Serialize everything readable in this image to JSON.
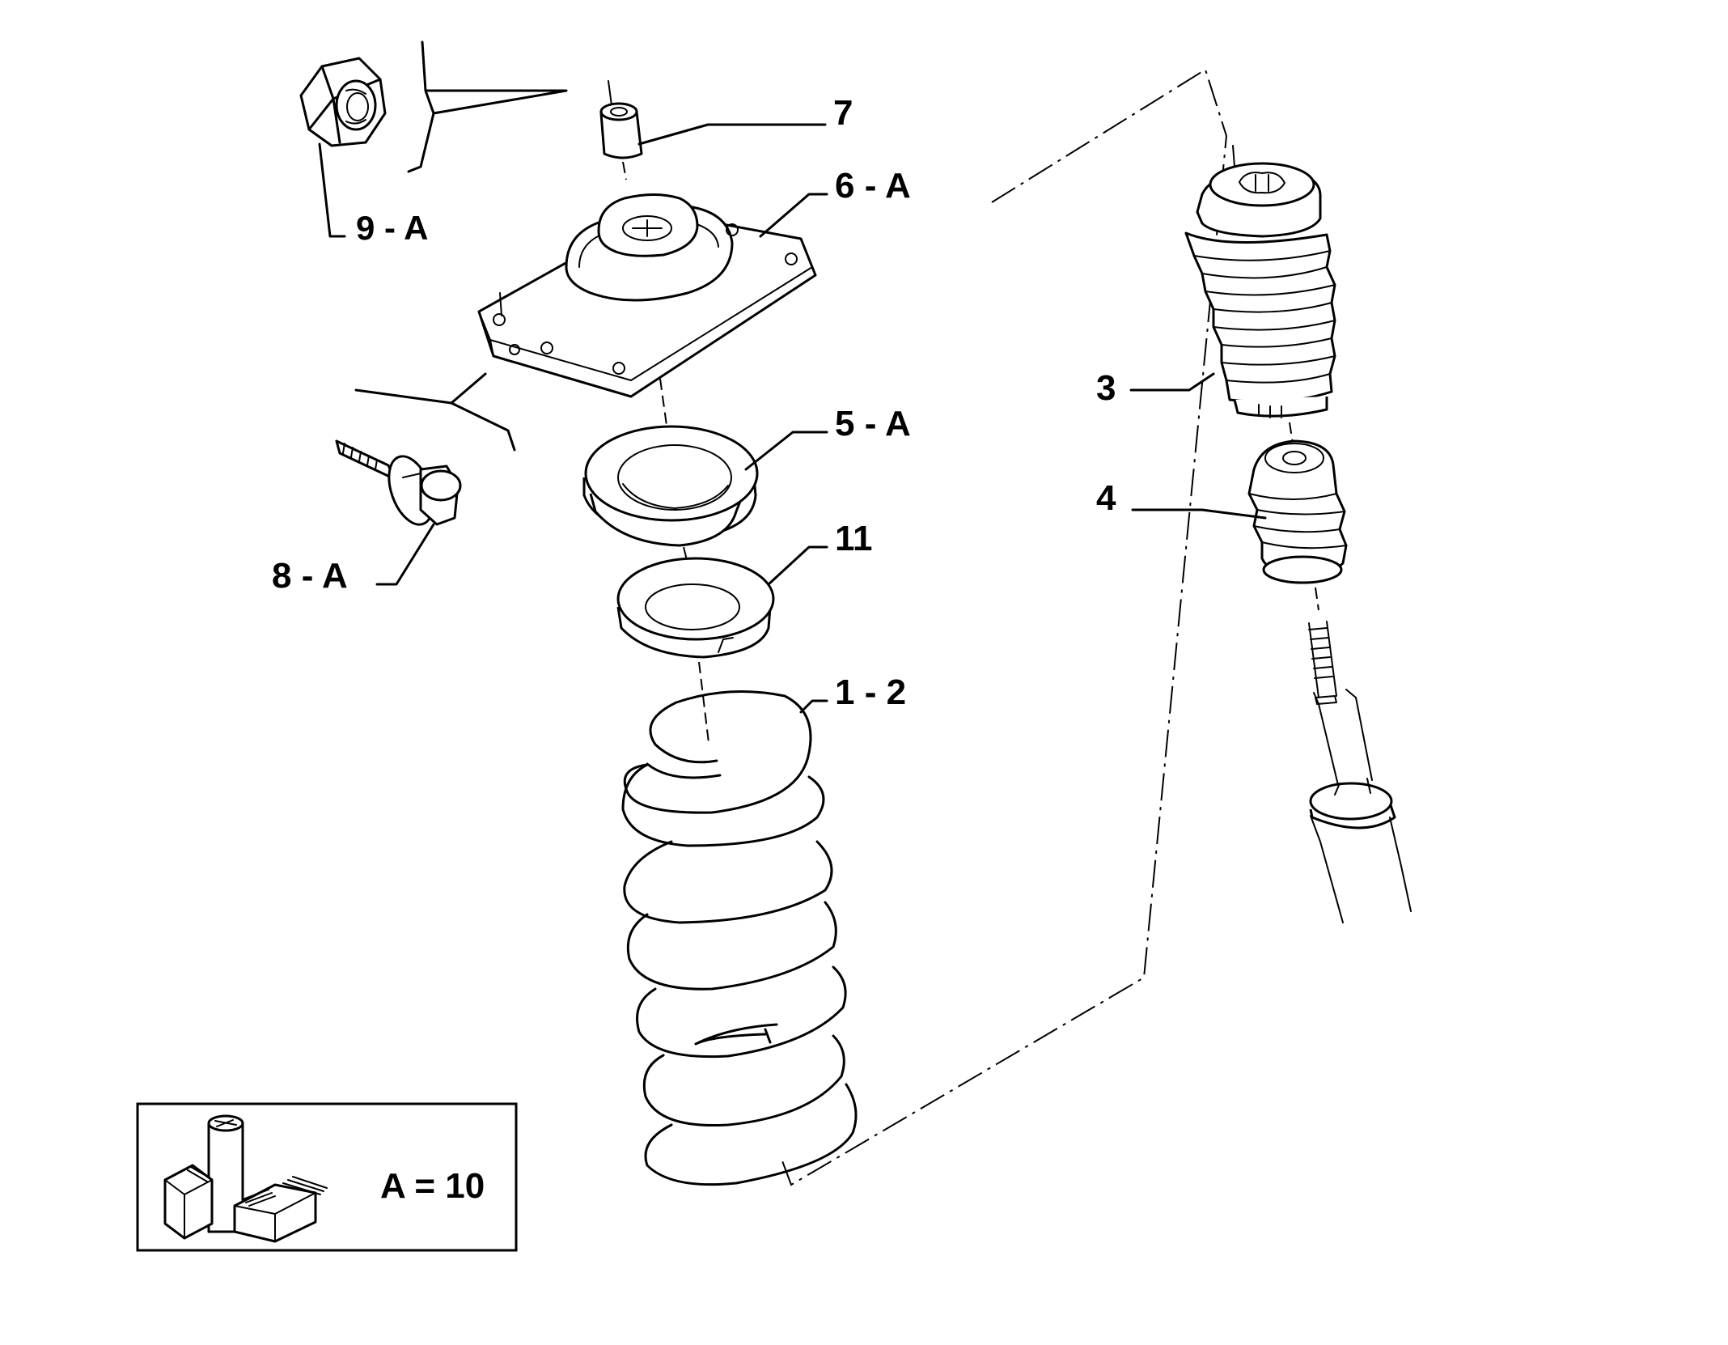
{
  "labels": {
    "nut": "9 - A",
    "bush": "7",
    "top_mount": "6 - A",
    "bearing": "5 - A",
    "spring_seat": "11",
    "spring": "1 - 2",
    "bolt": "8 - A",
    "dust_boot": "3",
    "bump_stop": "4"
  },
  "legend": {
    "text": "A = 10"
  },
  "icons": {
    "legend_icon": "fiat-spare-parts-boxes-icon"
  }
}
